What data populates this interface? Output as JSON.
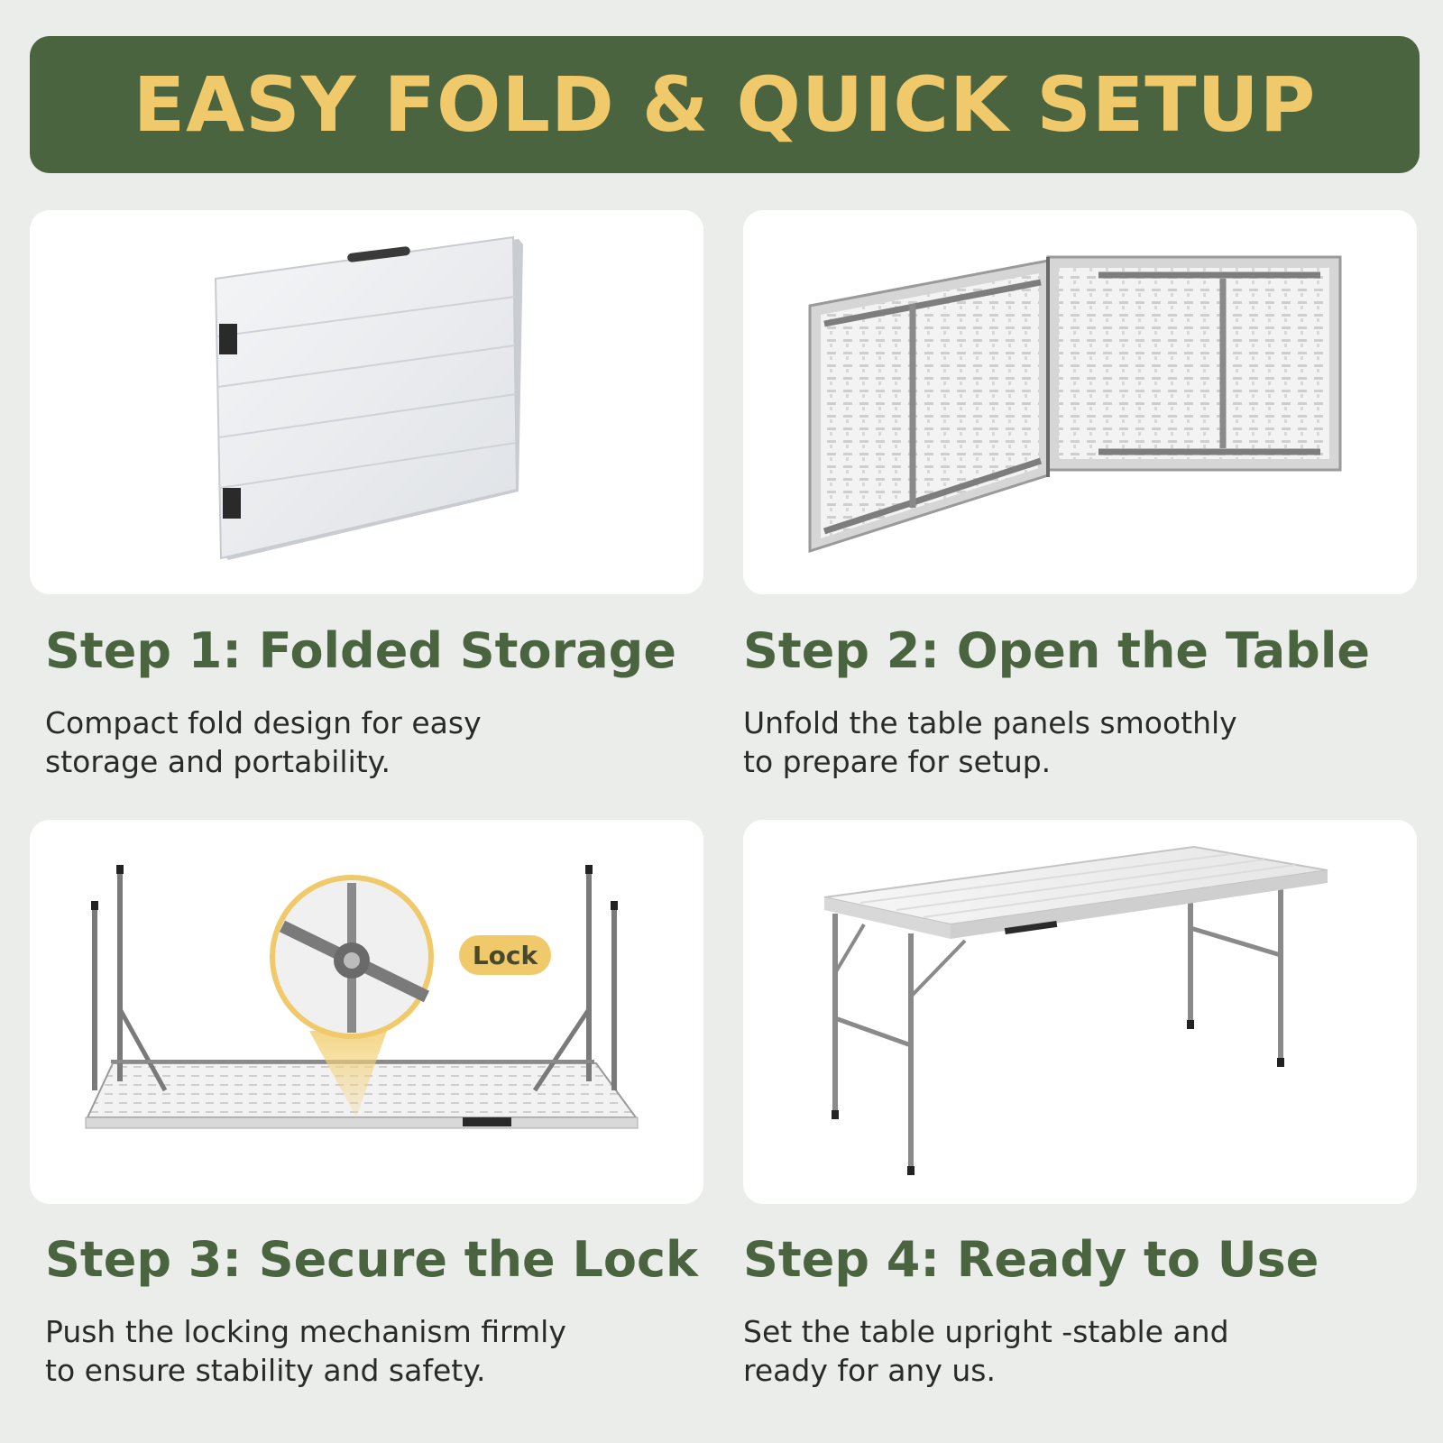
{
  "header": {
    "title": "EASY FOLD & QUICK SETUP"
  },
  "steps": [
    {
      "title": "Step 1: Folded Storage",
      "description": "Compact fold design for easy\nstorage and portability."
    },
    {
      "title": "Step 2: Open the Table",
      "description": "Unfold the table panels smoothly\nto prepare for setup."
    },
    {
      "title": "Step 3: Secure the Lock",
      "description": "Push the locking mechanism firmly\nto ensure stability and safety.",
      "callout_label": "Lock"
    },
    {
      "title": "Step 4: Ready to Use",
      "description": "Set the table upright -stable and\nready for any us."
    }
  ],
  "colors": {
    "banner_bg": "#4a6440",
    "banner_text": "#f0c96b",
    "title_text": "#4a6440",
    "page_bg": "#ebedea"
  }
}
